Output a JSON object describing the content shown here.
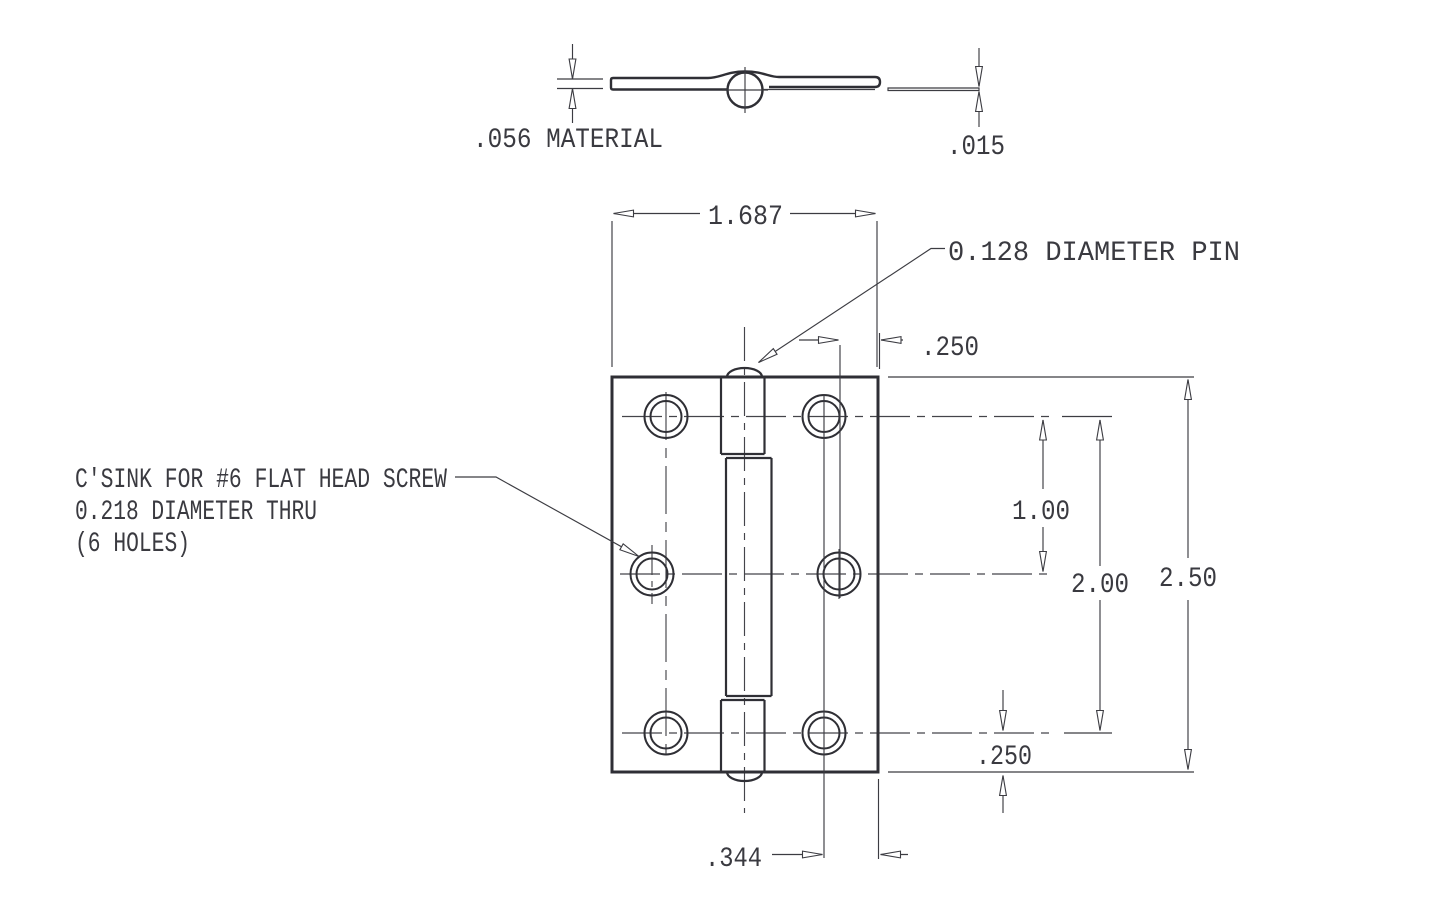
{
  "drawing": {
    "side_view": {
      "material_thickness_label": ".056 MATERIAL",
      "leaf_offset_label": ".015"
    },
    "front_view": {
      "leaf_width_label": "1.687",
      "pin_callout_label": "0.128 DIAMETER PIN",
      "hole_edge_offset_top_label": ".250",
      "countersink_note_line1": "C'SINK FOR #6 FLAT HEAD SCREW",
      "countersink_note_line2": "0.218 DIAMETER THRU",
      "countersink_note_line3": "(6 HOLES)",
      "hole_pitch_label": "1.00",
      "hole_span_label": "2.00",
      "hinge_height_label": "2.50",
      "hole_edge_offset_bottom_label": ".250",
      "corner_hole_inset_label": ".344"
    }
  }
}
